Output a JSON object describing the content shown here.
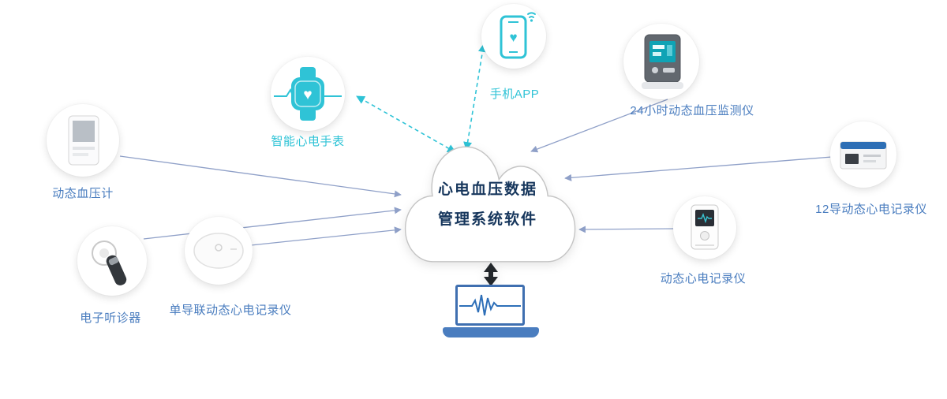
{
  "cloud": {
    "title_line1": "心电血压数据",
    "title_line2": "管理系统软件"
  },
  "labels": {
    "left_device": "动态血压计",
    "stethoscope": "电子听诊器",
    "patch": "单导联动态心电记录仪",
    "watch": "智能心电手表",
    "phone": "手机APP",
    "bp_monitor": "24小时动态血压监测仪",
    "ecg_module": "12导动态心电记录仪",
    "holter": "动态心电记录仪"
  },
  "icons": {
    "heart": "♥"
  },
  "colors": {
    "accent_blue": "#4a7dbf",
    "teal": "#2fc3d6",
    "connector": "#8fa0c8",
    "cloud_text": "#16365c",
    "dark_arrow": "#23272b"
  }
}
